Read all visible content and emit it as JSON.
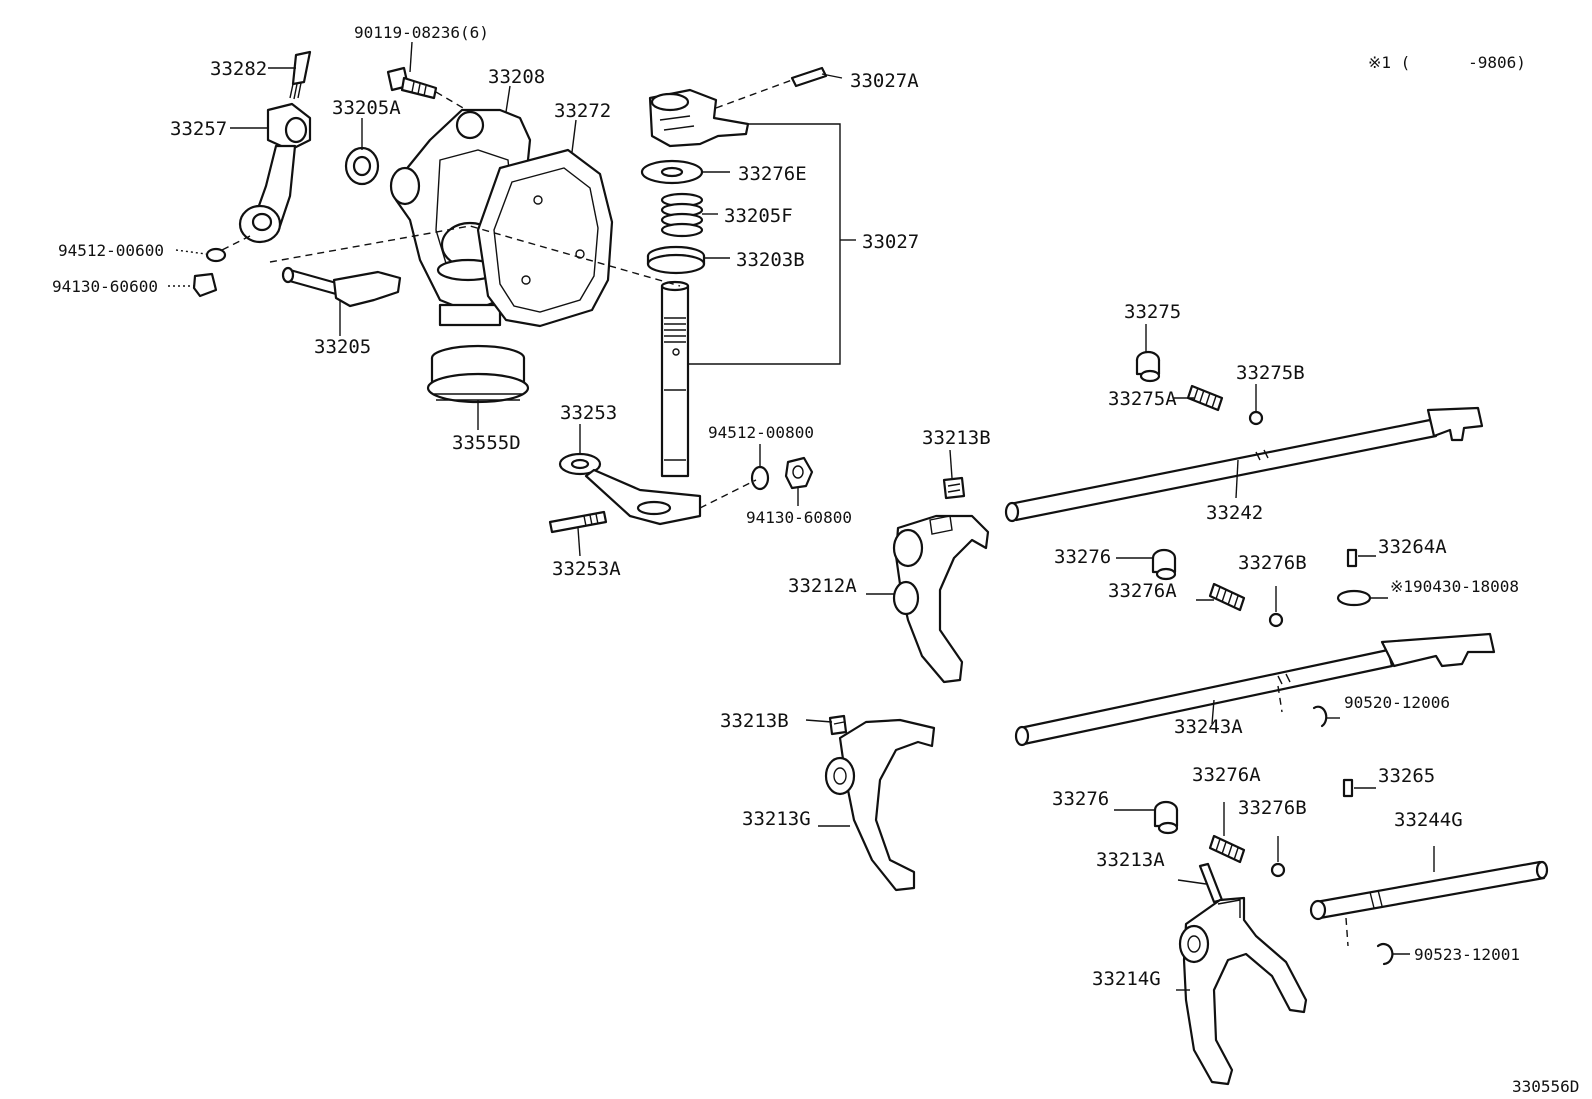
{
  "header": {
    "note": "※1 (      -9806)",
    "figure_id": "330556D"
  },
  "parts": {
    "p90119_08236": "90119-08236(6)",
    "p33282": "33282",
    "p33208": "33208",
    "p33205A": "33205A",
    "p33272": "33272",
    "p33257": "33257",
    "p33027A": "33027A",
    "p33276E": "33276E",
    "p33205F": "33205F",
    "p33027": "33027",
    "p33203B": "33203B",
    "p94512_00600": "94512-00600",
    "p94130_60600": "94130-60600",
    "p33205": "33205",
    "p33555D": "33555D",
    "p33253": "33253",
    "p94512_00800": "94512-00800",
    "p94130_60800": "94130-60800",
    "p33253A": "33253A",
    "p33275": "33275",
    "p33275B": "33275B",
    "p33275A": "33275A",
    "p33213B_top": "33213B",
    "p33242": "33242",
    "p33276_a": "33276",
    "p33264A": "33264A",
    "p33276B_a": "33276B",
    "p33276A_a": "33276A",
    "p190430_18008": "※190430-18008",
    "p33212A": "33212A",
    "p33213B_mid": "33213B",
    "p90520_12006": "90520-12006",
    "p33243A": "33243A",
    "p33276A_b": "33276A",
    "p33265": "33265",
    "p33276_b": "33276",
    "p33276B_b": "33276B",
    "p33244G": "33244G",
    "p33213G": "33213G",
    "p33213A": "33213A",
    "p90523_12001": "90523-12001",
    "p33214G": "33214G"
  }
}
